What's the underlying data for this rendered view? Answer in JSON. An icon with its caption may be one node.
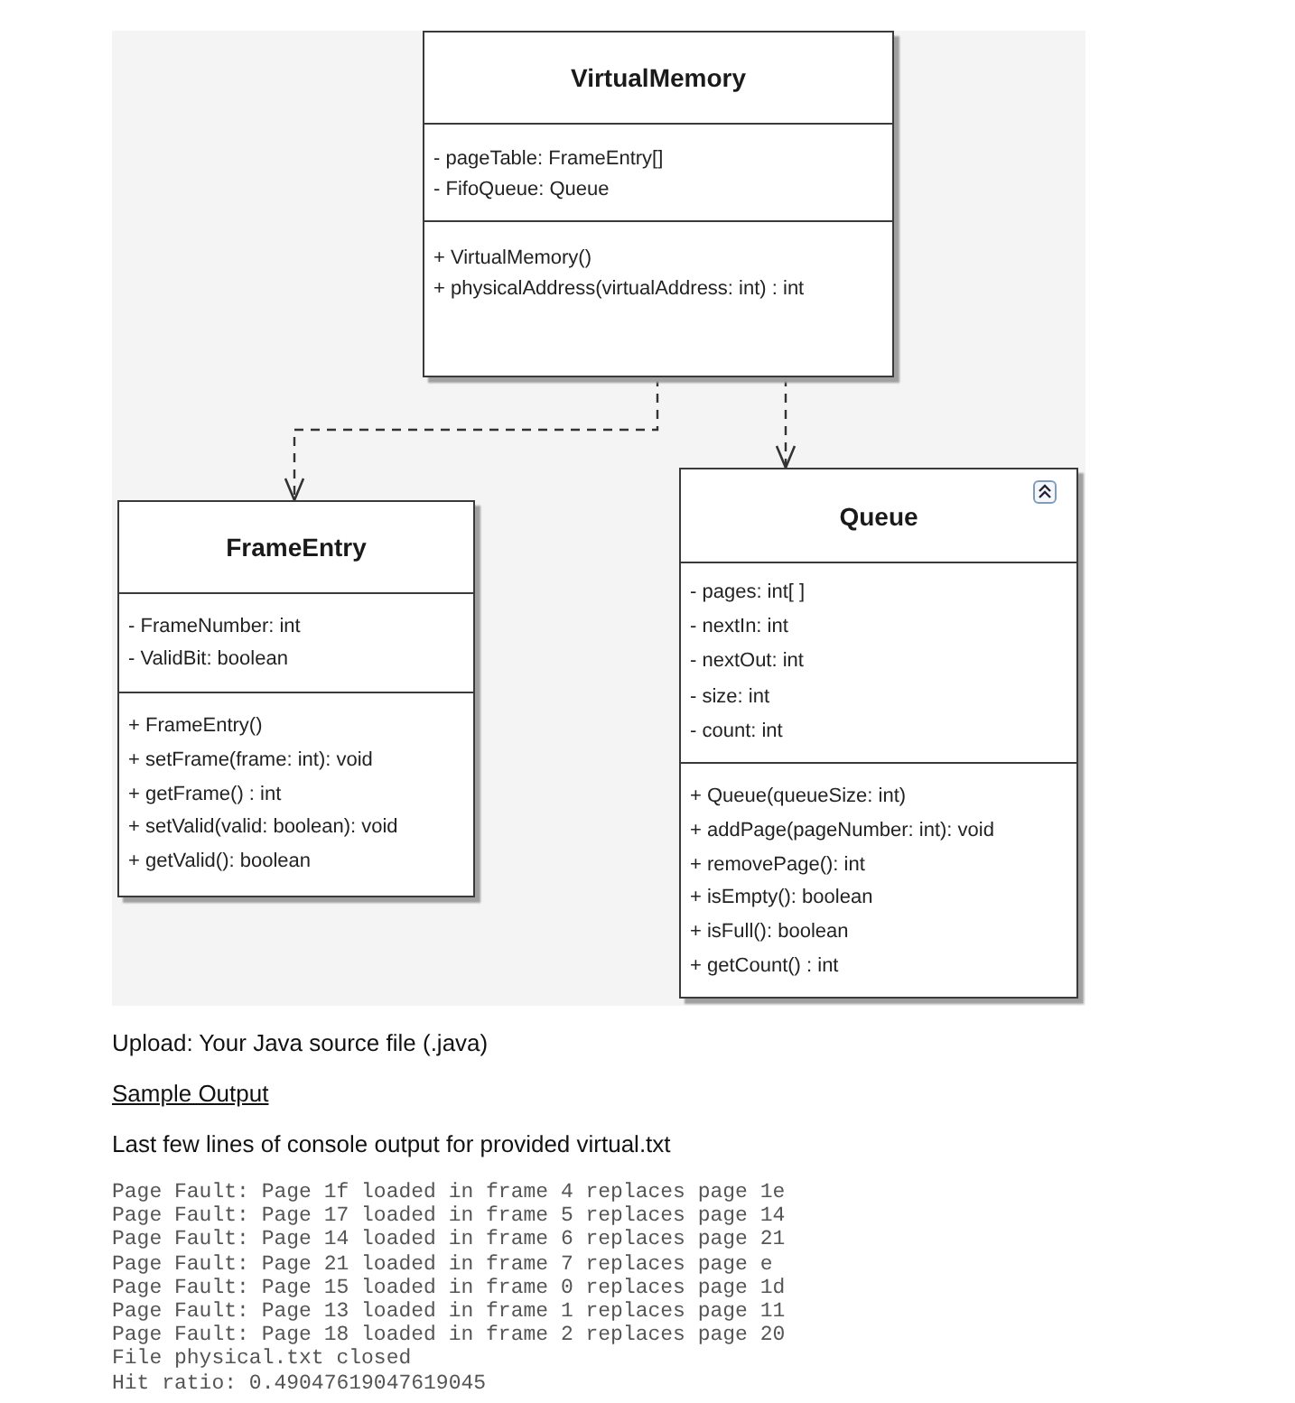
{
  "diagram": {
    "nodes": [
      {
        "text": [
          "VirtualMemory"
        ]
      },
      {
        "text": [
          "- pageTable: FrameEntry[]",
          "- FifoQueue: Queue"
        ],
        "in": 0
      },
      {
        "text": [
          "+ VirtualMemory()",
          "+ physicalAddress(virtualAddress: int) : int"
        ],
        "in": 0
      },
      {
        "text": [
          "FrameEntry"
        ]
      },
      {
        "text": [
          "- FrameNumber: int",
          "- ValidBit: boolean"
        ],
        "in": 3
      },
      {
        "text": [
          "+ FrameEntry()",
          "+ setFrame(frame: int): void",
          "+ getFrame() : int",
          "+ setValid(valid: boolean): void",
          "+ getValid(): boolean"
        ],
        "in": 3
      },
      {
        "text": [
          "Queue"
        ]
      },
      {
        "text": [
          "- pages: int[ ]",
          "- nextIn: int",
          "- nextOut: int",
          "- size: int",
          "- count: int"
        ],
        "in": 6
      },
      {
        "text": [
          "+ Queue(queueSize: int)",
          "+ addPage(pageNumber: int): void",
          "+ removePage(): int",
          "+ isEmpty(): boolean",
          "+ isFull(): boolean",
          "+ getCount() : int"
        ],
        "in": 6
      }
    ],
    "edges": [
      {
        "from": 0,
        "to": 3,
        "arrow": "to",
        "style": "dashed"
      },
      {
        "from": 0,
        "to": 6,
        "arrow": "to",
        "style": "dashed"
      }
    ],
    "labels": [
      "Upload: Your Java source file (.java)",
      "Sample Output",
      "Last few lines of console output for provided virtual.txt",
      "Page Fault: Page 1f loaded in frame 4 replaces page 1e",
      "Page Fault: Page 17 loaded in frame 5 replaces page 14",
      "Page Fault: Page 14 loaded in frame 6 replaces page 21",
      "Page Fault: Page 21 loaded in frame 7 replaces page e",
      "Page Fault: Page 15 loaded in frame 0 replaces page 1d",
      "Page Fault: Page 13 loaded in frame 1 replaces page 11",
      "Page Fault: Page 18 loaded in frame 2 replaces page 20",
      "File physical.txt closed",
      "Hit ratio: 0.49047619047619045"
    ]
  }
}
